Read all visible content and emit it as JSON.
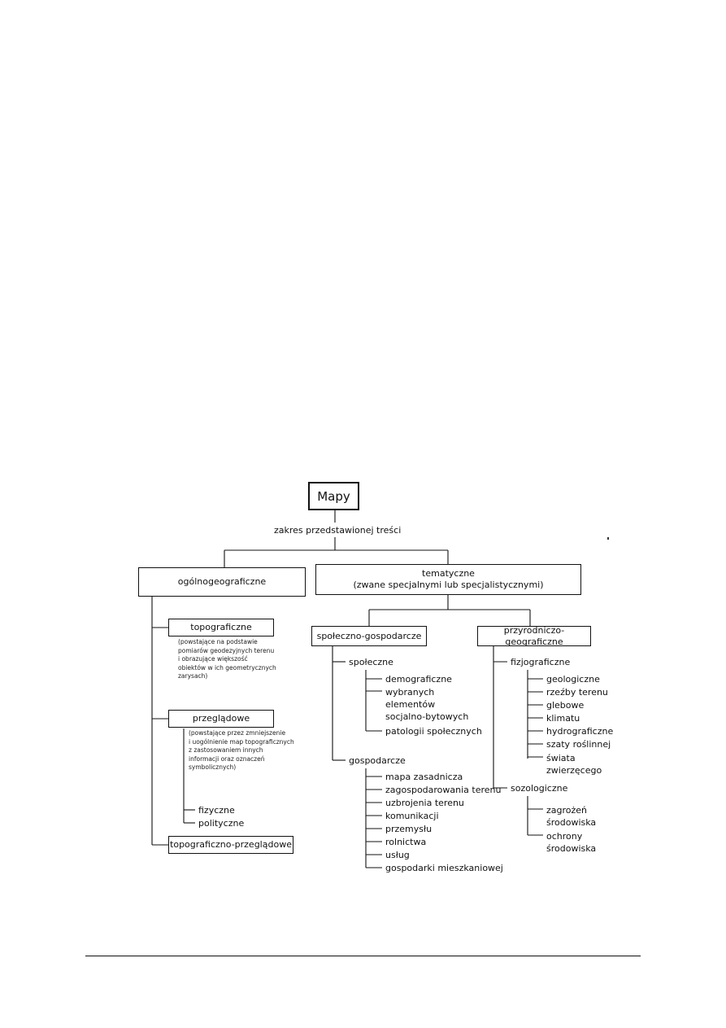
{
  "diagram": {
    "root": "Mapy",
    "criterion": "zakres przedstawionej treści",
    "general": {
      "title": "ogólnogeograficzne",
      "topographic": {
        "title": "topograficzne",
        "note": "(powstające na podstawie\npomiarów geodezyjnych terenu\ni obrazujące większość\nobiektów w ich geometrycznych\nzarysach)"
      },
      "overview": {
        "title": "przeglądowe",
        "note": "(powstające przez zmniejszenie\ni uogólnienie map topograficznych\nz zastosowaniem innych\ninformacji oraz oznaczeń\nsymbolicznych)",
        "children": [
          "fizyczne",
          "polityczne"
        ]
      },
      "topo_overview": "topograficzno-przeglądowe"
    },
    "thematic": {
      "title": "tematyczne",
      "subtitle": "(zwane specjalnymi lub specjalistycznymi)",
      "socio": {
        "title": "społeczno-gospodarcze",
        "social": {
          "title": "społeczne",
          "items": [
            "demograficzne",
            "wybranych\nelementów\nsocjalno-bytowych",
            "patologii społecznych"
          ]
        },
        "economic": {
          "title": "gospodarcze",
          "items": [
            "mapa zasadnicza",
            "zagospodarowania terenu",
            "uzbrojenia terenu",
            "komunikacji",
            "przemysłu",
            "rolnictwa",
            "usług",
            "gospodarki mieszkaniowej"
          ]
        }
      },
      "nature": {
        "title": "przyrodniczo-geograficzne",
        "physio": {
          "title": "fizjograficzne",
          "items": [
            "geologiczne",
            "rzeźby terenu",
            "glebowe",
            "klimatu",
            "hydrograficzne",
            "szaty roślinnej",
            "świata\nzwierzęcego"
          ]
        },
        "sozo": {
          "title": "sozologiczne",
          "items": [
            "zagrożeń\nśrodowiska",
            "ochrony\nśrodowiska"
          ]
        }
      }
    }
  }
}
